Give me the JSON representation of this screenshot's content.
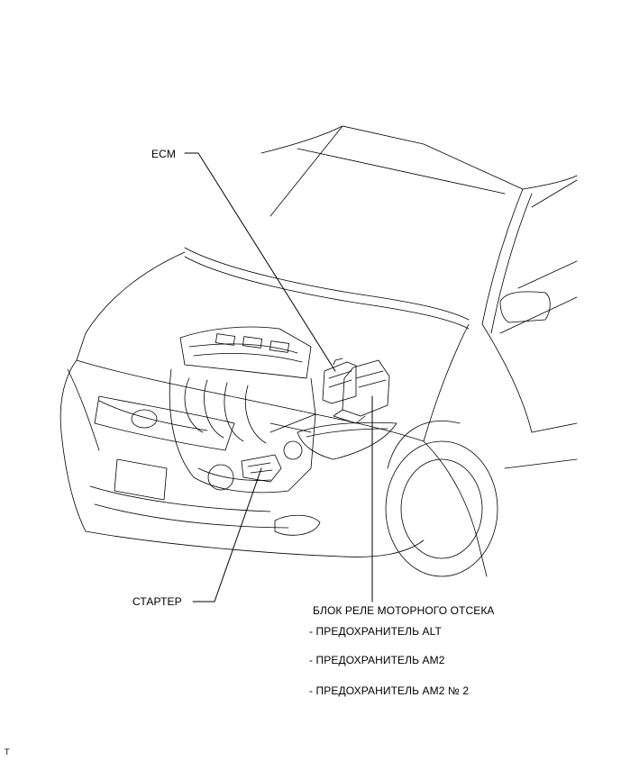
{
  "labels": {
    "ecm": "ECM",
    "starter": "СТАРТЕР",
    "relay_block": "БЛОК РЕЛЕ МОТОРНОГО ОТСЕКА",
    "fuses": [
      "- ПРЕДОХРАНИТЕЛЬ ALT",
      "- ПРЕДОХРАНИТЕЛЬ AM2",
      "- ПРЕДОХРАНИТЕЛЬ AM2 № 2"
    ]
  },
  "corner_mark": "T",
  "colors": {
    "line": "#000000",
    "background": "#ffffff"
  }
}
